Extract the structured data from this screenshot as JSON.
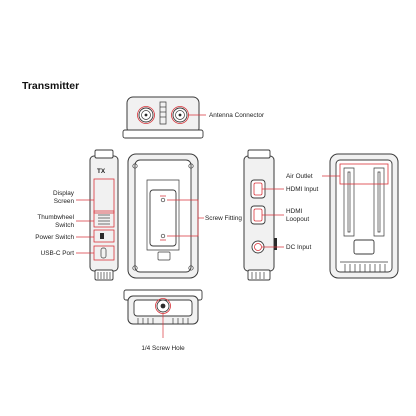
{
  "title": "Transmitter",
  "labels": {
    "antenna_connector": "Antenna Connector",
    "display_screen_1": "Display",
    "display_screen_2": "Screen",
    "thumbwheel_switch_1": "Thumbwheel",
    "thumbwheel_switch_2": "Switch",
    "power_switch": "Power Switch",
    "usbc_port": "USB-C Port",
    "screw_fitting": "Screw Fitting",
    "air_outlet": "Air Outlet",
    "hdmi_input": "HDMI Input",
    "hdmi_loopout_1": "HDMI",
    "hdmi_loopout_2": "Loopout",
    "dc_input": "DC Input",
    "screw_hole": "1/4 Screw Hole"
  },
  "device_text": {
    "tx": "TX"
  },
  "colors": {
    "accent": "#d9343b",
    "outline": "#3a3a3a",
    "body": "#f1f1f1"
  }
}
